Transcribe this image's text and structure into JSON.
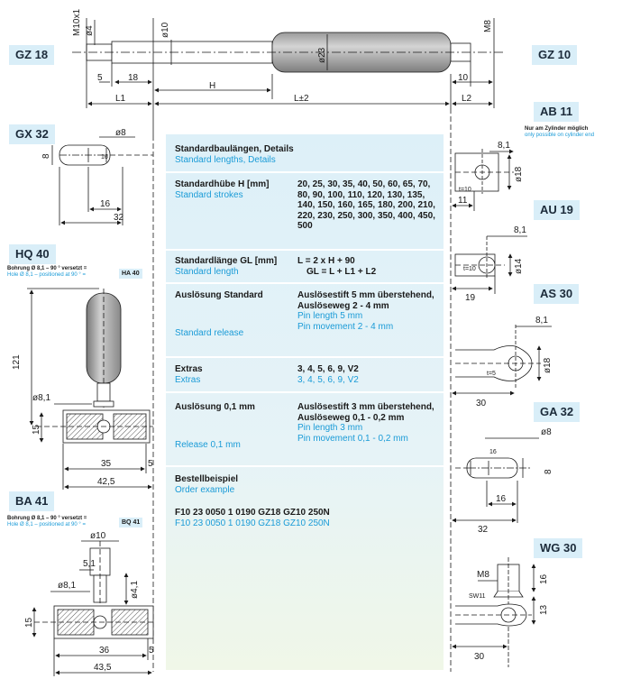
{
  "variants": {
    "gz18": "GZ 18",
    "gz10": "GZ 10",
    "ab11": "AB 11",
    "gx32": "GX 32",
    "au19": "AU 19",
    "hq40": "HQ 40",
    "as30": "AS 30",
    "ga32": "GA 32",
    "ba41": "BA 41",
    "wg30": "WG 30"
  },
  "notes": {
    "ab11_de": "Nur am Zylinder möglich",
    "ab11_en": "only possible on cylinder end",
    "hq40_de": "Bohrung Ø 8,1 – 90 ° versetzt =",
    "hq40_en": "Hole Ø 8,1 – positioned at 90 ° =",
    "hq40_tag": "HA 40",
    "ba41_de": "Bohrung Ø 8,1 – 90 ° versetzt =",
    "ba41_en": "Hole Ø 8,1 – positioned at 90 ° =",
    "ba41_tag": "BQ 41"
  },
  "dims": {
    "m10x1": "M10x1",
    "d4": "ø4",
    "d10": "ø10",
    "d23": "ø23",
    "m8": "M8",
    "n5": "5",
    "n18": "18",
    "h": "H",
    "n10": "10",
    "l1": "L1",
    "l2": "L±2",
    "l2r": "L2",
    "gx_d8": "ø8",
    "gx_8": "8",
    "gx_16s": "16",
    "gx_16": "16",
    "gx_32": "32",
    "ab_81": "8,1",
    "ab_d18": "ø18",
    "ab_t10": "t=10",
    "ab_11": "11",
    "au_81": "8,1",
    "au_d14": "ø14",
    "au_t10": "t=10",
    "au_19": "19",
    "as_81": "8,1",
    "as_d18": "ø18",
    "as_t5": "t=5",
    "as_30": "30",
    "ga_d8": "ø8",
    "ga_16s": "16",
    "ga_8": "8",
    "ga_16": "16",
    "ga_32": "32",
    "hq_121": "121",
    "hq_d81": "ø8,1",
    "hq_15": "15",
    "hq_35": "35",
    "hq_5": "5",
    "hq_425": "42,5",
    "ba_d10": "ø10",
    "ba_51": "5,1",
    "ba_d81": "ø8,1",
    "ba_d41": "ø4,1",
    "ba_15": "15",
    "ba_36": "36",
    "ba_5": "5",
    "ba_435": "43,5",
    "wg_m8": "M8",
    "wg_16": "16",
    "wg_sw11": "SW11",
    "wg_13": "13",
    "wg_30": "30"
  },
  "table": [
    {
      "de": "Standardbaulängen, Details",
      "en": "Standard lengths, Details"
    },
    {
      "de": "Standardhübe H [mm]",
      "en": "Standard strokes",
      "val_de": "20, 25, 30, 35, 40, 50, 60, 65, 70, 80, 90, 100, 110, 120, 130, 135, 140, 150, 160, 165, 180, 200, 210, 220, 230, 250, 300, 350, 400, 450, 500"
    },
    {
      "de": "Standardlänge GL [mm]",
      "en": "Standard length",
      "val_de": "L = 2 x H + 90",
      "val_de2": "GL = L + L1 + L2"
    },
    {
      "de": "Auslösung Standard",
      "en": "Standard release",
      "val_de": "Auslösestift 5 mm überstehend, Auslöseweg 2 - 4 mm",
      "val_en": "Pin length 5 mm",
      "val_en2": "Pin movement 2 - 4 mm"
    },
    {
      "de": "Extras",
      "en": "Extras",
      "val_de": "3, 4, 5, 6, 9, V2",
      "val_en": "3, 4, 5, 6, 9, V2"
    },
    {
      "de": "Auslösung 0,1 mm",
      "en": "Release 0,1 mm",
      "val_de": "Auslösestift 3 mm überstehend, Auslöseweg 0,1 - 0,2 mm",
      "val_en": "Pin length 3 mm",
      "val_en2": "Pin movement 0,1 - 0,2 mm"
    },
    {
      "de": "Bestellbeispiel",
      "en": "Order example",
      "val_de": "F10 23 0050 1 0190 GZ18 GZ10 250N",
      "val_en": "F10 23 0050 1 0190 GZ18 GZ10 250N"
    }
  ]
}
